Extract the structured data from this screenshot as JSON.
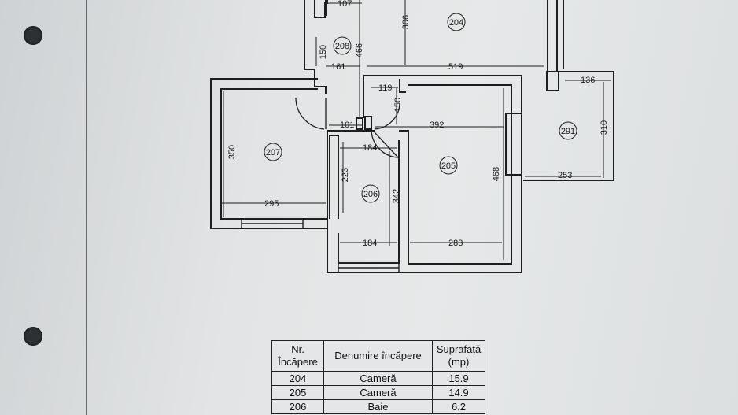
{
  "dimensions": {
    "d107": "107",
    "d150a": "150",
    "d161": "161",
    "d466": "466",
    "d306": "306",
    "d519": "519",
    "d136": "136",
    "d310": "310",
    "d119": "119",
    "d150b": "150",
    "d101": "101",
    "d392": "392",
    "d184a": "184",
    "d350": "350",
    "d223": "223",
    "d342": "342",
    "d468": "468",
    "d253": "253",
    "d295": "295",
    "d184b": "184",
    "d283": "283"
  },
  "rooms": {
    "r204": "204",
    "r208": "208",
    "r207": "207",
    "r206": "206",
    "r205": "205",
    "r291": "291"
  },
  "table": {
    "headers": [
      "Nr. Încăpere",
      "Denumire încăpere",
      "Suprafață (mp)"
    ],
    "rows": [
      [
        "204",
        "Cameră",
        "15.9"
      ],
      [
        "205",
        "Cameră",
        "14.9"
      ],
      [
        "206",
        "Baie",
        "6.2"
      ]
    ]
  }
}
